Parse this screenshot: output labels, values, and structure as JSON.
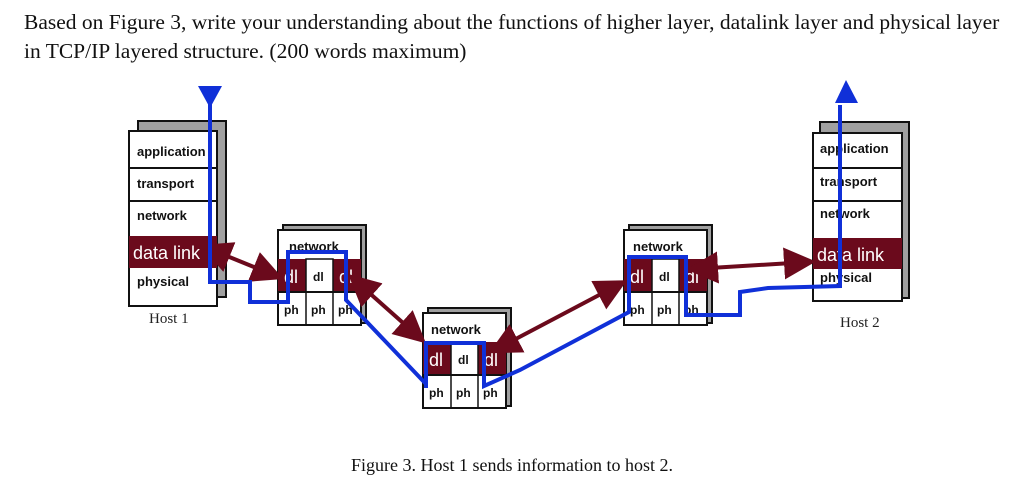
{
  "question": "Based on Figure 3, write your understanding about the functions of higher layer, datalink layer and physical layer in TCP/IP layered structure. (200 words maximum)",
  "figure": {
    "caption": "Figure 3. Host 1 sends information to host 2.",
    "colors": {
      "datalink": "#6b0a1c",
      "path": "#1030d8",
      "link_arrow": "#6b0a1c",
      "shadow": "#a0a0a0"
    },
    "host1": {
      "label": "Host 1",
      "layers": [
        "application",
        "transport",
        "network",
        "data link",
        "physical"
      ]
    },
    "host2": {
      "label": "Host 2",
      "layers": [
        "application",
        "transport",
        "network",
        "data link",
        "physical"
      ]
    },
    "router": {
      "network": "network",
      "dl": [
        "dl",
        "dl",
        "dl"
      ],
      "ph": [
        "ph",
        "ph",
        "ph"
      ]
    }
  }
}
